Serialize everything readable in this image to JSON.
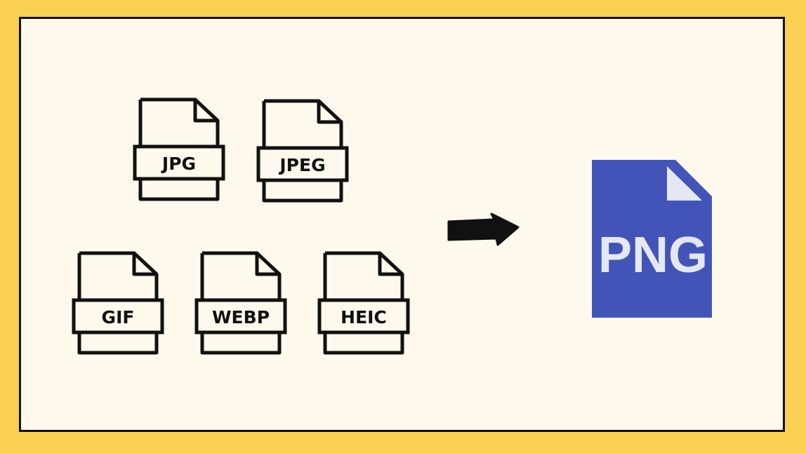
{
  "source_formats": [
    {
      "label": "JPG"
    },
    {
      "label": "JPEG"
    },
    {
      "label": "GIF"
    },
    {
      "label": "WEBP"
    },
    {
      "label": "HEIC"
    }
  ],
  "target_format": {
    "label": "PNG"
  },
  "colors": {
    "frame": "#fad052",
    "background": "#fef9ec",
    "outline": "#111111",
    "png_fill": "#4354b8",
    "png_fold": "#e4e8f6"
  },
  "icons": {
    "source_file": "file-outline-icon",
    "arrow": "arrow-right-icon",
    "target_file": "file-filled-icon"
  }
}
